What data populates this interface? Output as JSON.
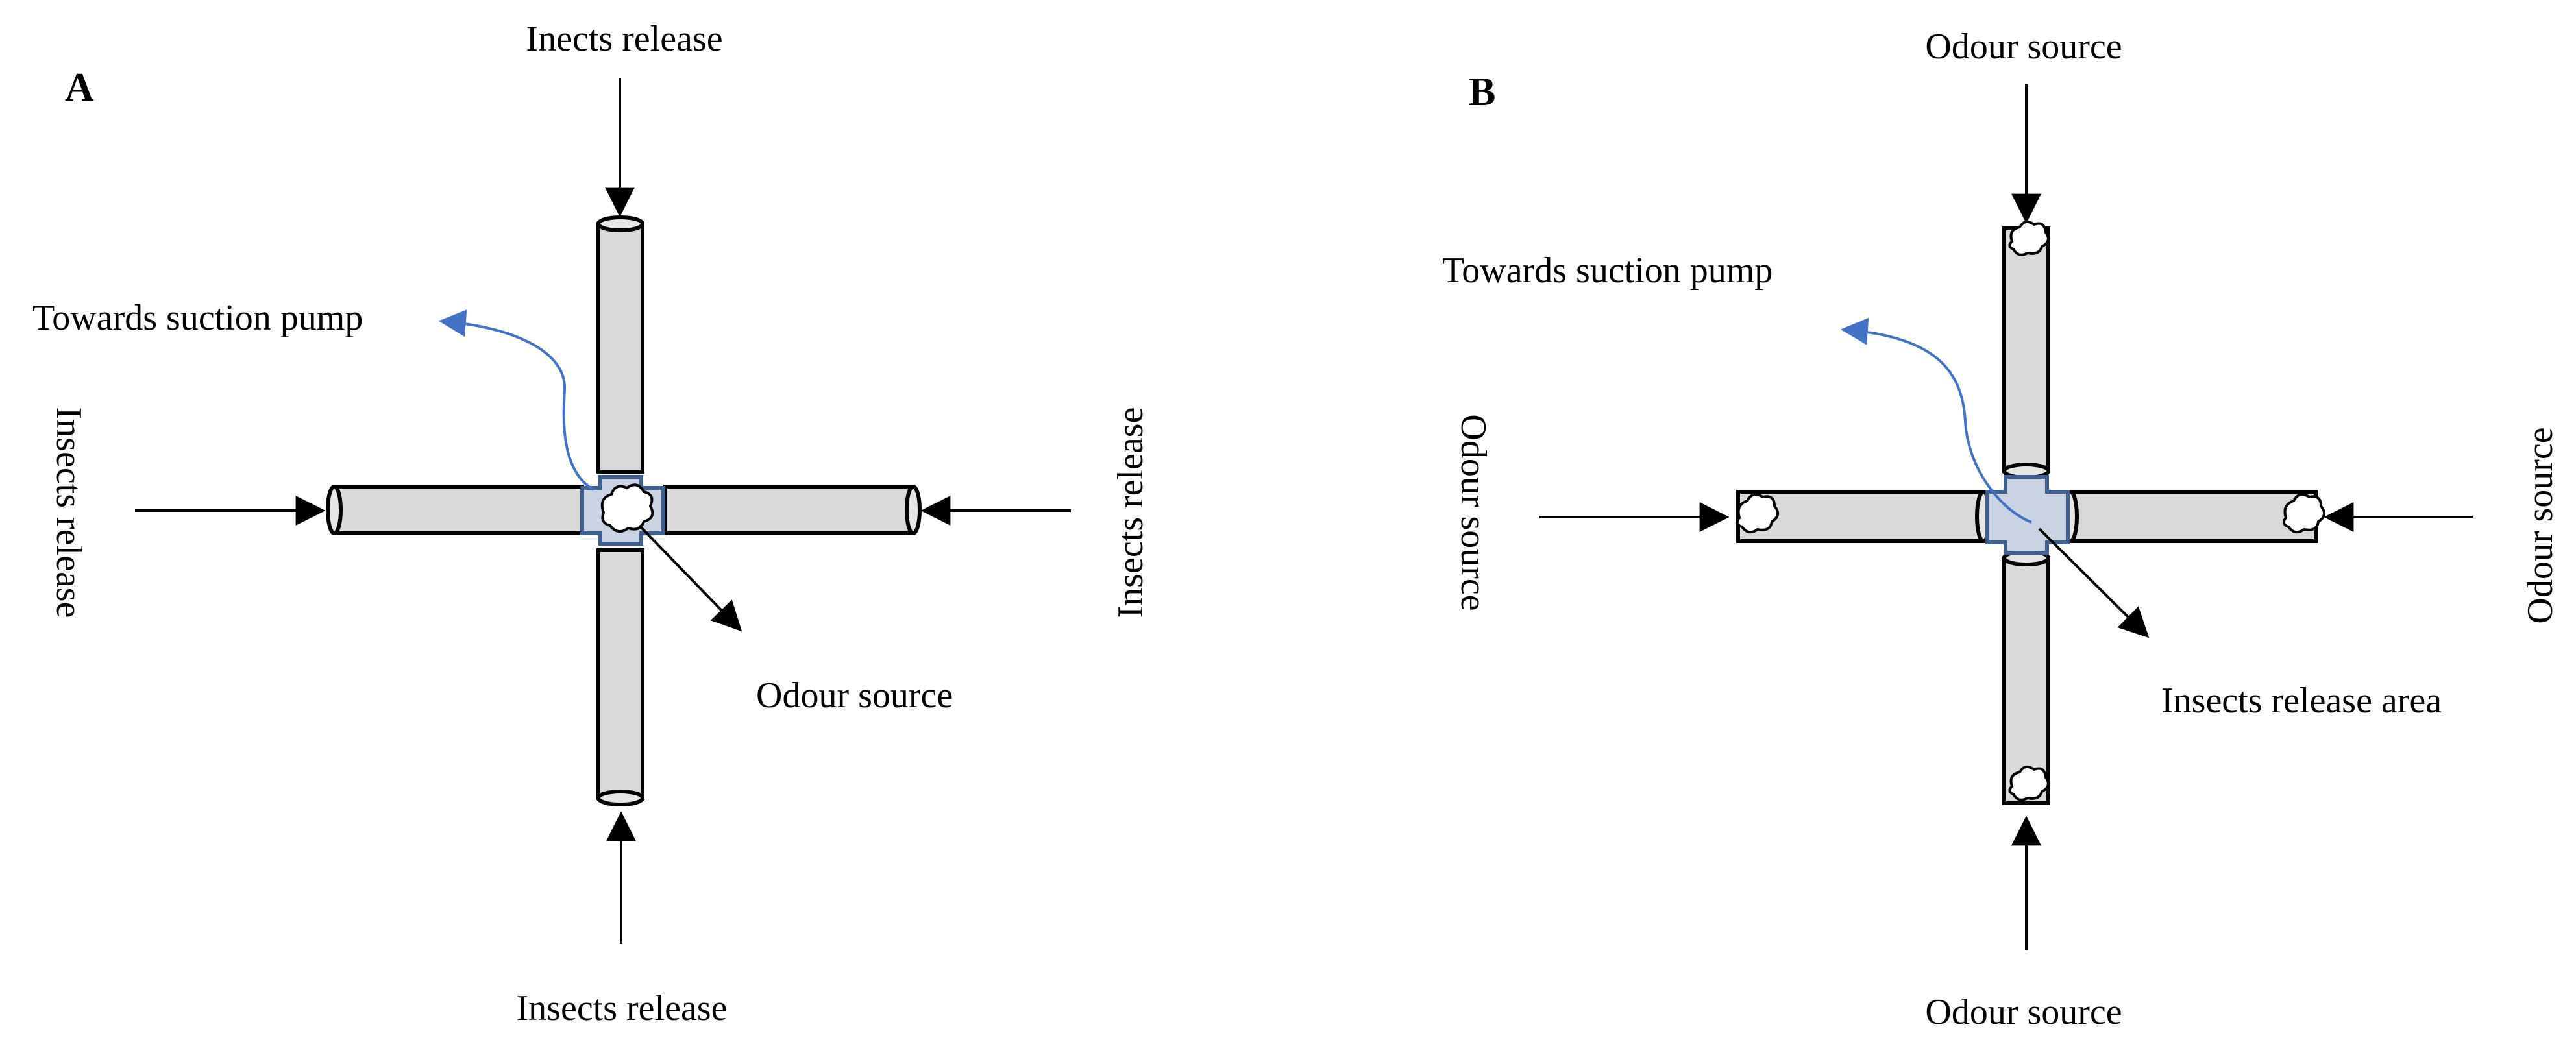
{
  "panel_a": {
    "letter": "A",
    "top_label": "Inects release",
    "bottom_label": "Insects release",
    "left_label": "Insects release",
    "right_label": "Insects release",
    "pump_label": "Towards suction pump",
    "center_label": "Odour source"
  },
  "panel_b": {
    "letter": "B",
    "top_label": "Odour source",
    "bottom_label": "Odour source",
    "left_label": "Odour source",
    "right_label": "Odour source",
    "pump_label": "Towards suction pump",
    "center_label": "Insects release area"
  },
  "colors": {
    "tube_fill": "#d9d9d9",
    "hub_fill": "#c9d3e3",
    "hub_stroke": "#3f5f8f",
    "pump_arrow": "#4472c4"
  }
}
